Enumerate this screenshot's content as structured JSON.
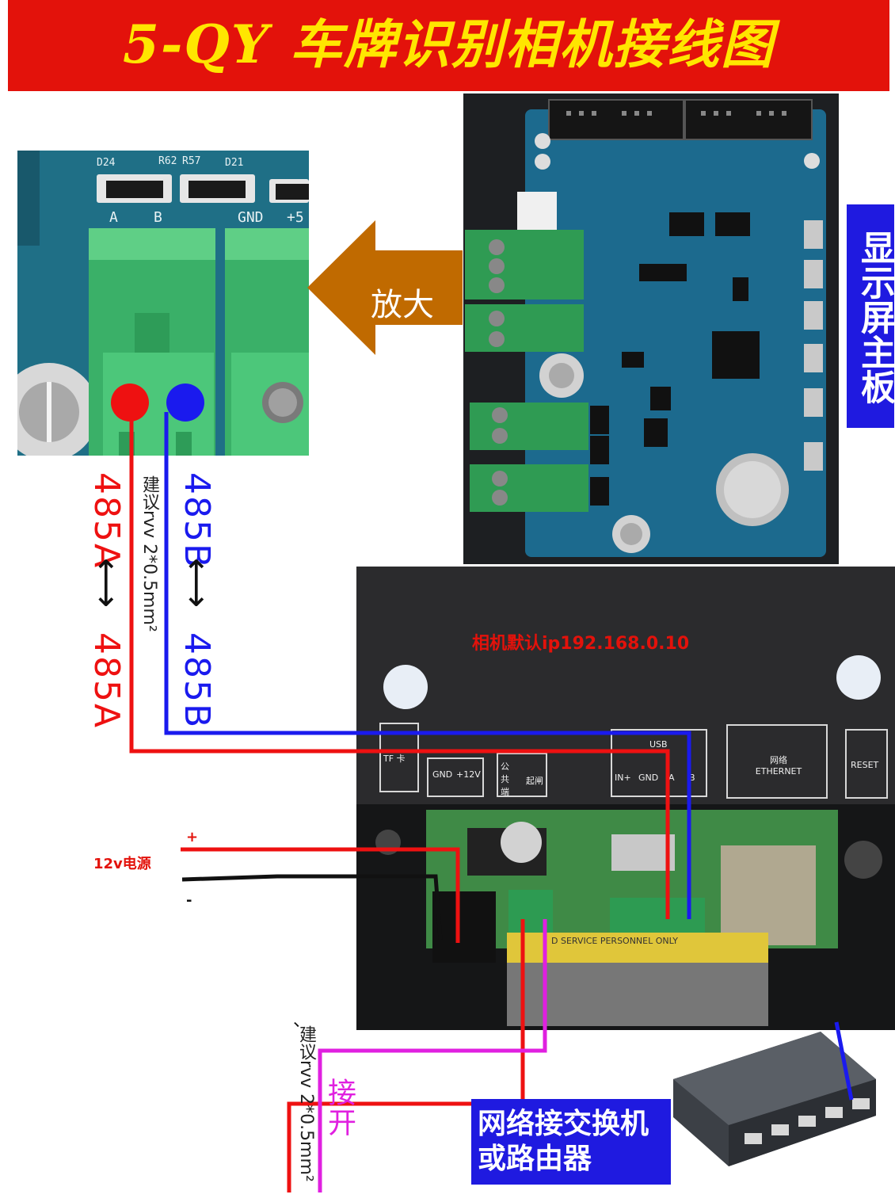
{
  "title": "5-QY 车牌识别相机接线图",
  "enlarge_label": "放大",
  "display_board_label": "显示屏主板",
  "zoom_silk": {
    "d24": "D24",
    "r62": "R62",
    "r57": "R57",
    "d21": "D21",
    "a": "A",
    "b": "B",
    "gnd": "GND",
    "plus5": "+5"
  },
  "wiring": {
    "label_485a_top": "485A",
    "label_485a_bottom": "485A",
    "label_485b_top": "485B",
    "label_485b_bottom": "485B",
    "arrow_glyph": "⟷",
    "cable_suggestion": "建议rvv 2*0.5mm²",
    "cable_suggestion_lower": "建议rvv 2*0.5mm²",
    "lower_mark": "、"
  },
  "camera": {
    "default_ip": "相机默认ip192.168.0.10",
    "panel_labels": [
      "TF 卡",
      "GND",
      "+12V",
      "公共端",
      "起闸",
      "USB",
      "IN+",
      "GND",
      "A",
      "B",
      "网络 ETHERNET",
      "RESET"
    ],
    "warning_strip": "D SERVICE PERSONNEL ONLY"
  },
  "power": {
    "label": "12v电源",
    "plus": "+",
    "minus": "-"
  },
  "switch_contact_label": "接开",
  "network_switch_label": "网络接交换机或路由器",
  "colors": {
    "title_bg": "#e3120b",
    "title_text": "#ffe600",
    "label_blue": "#1f1ae0",
    "wire_red": "#ee1111",
    "wire_blue": "#1a1aee",
    "wire_magenta": "#e020e0",
    "arrow_brown": "#c06a00"
  }
}
